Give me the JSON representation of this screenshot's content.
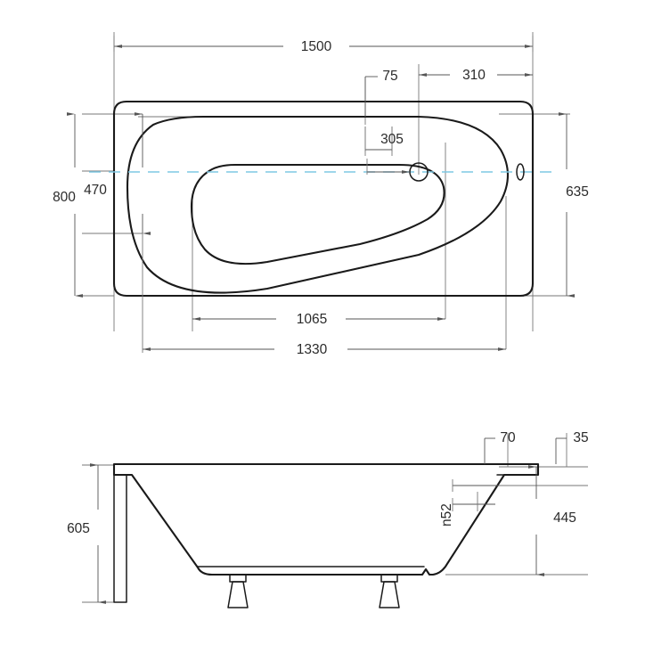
{
  "drawing": {
    "type": "technical-dimension-drawing",
    "subject": "offset space-saver bathtub",
    "units": "mm",
    "background_color": "#ffffff",
    "line_color": "#1a1a1a",
    "dimension_line_color": "#555555",
    "extension_line_color": "#777777",
    "centerline_color": "#7ec8e3",
    "views": [
      {
        "id": "plan",
        "name": "plan-view",
        "position": "top"
      },
      {
        "id": "section",
        "name": "cross-section-view",
        "position": "bottom"
      }
    ]
  },
  "plan_view": {
    "name": "plan-view",
    "dimensions": {
      "overall_length": "1500",
      "overall_width": "800",
      "inner_width": "470",
      "right_width": "635",
      "wide_end_length": "1330",
      "inner_basin_length": "1065",
      "drain_offset_top": "75",
      "narrow_end_length": "310",
      "drain_offset_inner": "305"
    },
    "features": {
      "drain_hole": "drain-hole",
      "overflow_hole": "overflow-hole",
      "centerline": "horizontal-centerline"
    }
  },
  "section_view": {
    "name": "cross-section-view",
    "dimensions": {
      "overall_height": "605",
      "inner_depth": "445",
      "rim_width_left": "70",
      "rim_width_right": "35",
      "rim_thickness": "n52"
    },
    "features": {
      "left_panel": "front-panel",
      "feet": "adjustable-feet",
      "count_feet": 2
    }
  },
  "labels": {
    "d1500": "1500",
    "d800": "800",
    "d470": "470",
    "d635": "635",
    "d1330": "1330",
    "d1065": "1065",
    "d75": "75",
    "d310": "310",
    "d305": "305",
    "d605": "605",
    "d445": "445",
    "d70": "70",
    "d35": "35",
    "dn52": "n52"
  }
}
